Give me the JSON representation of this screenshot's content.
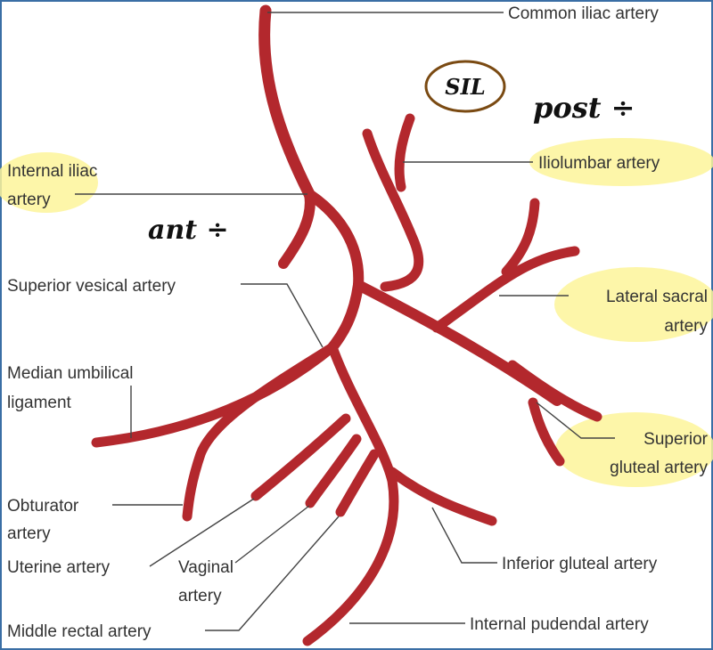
{
  "colors": {
    "artery": "#b3282d",
    "highlight": "#fdf59a",
    "label_text": "#333333",
    "leader": "#444444",
    "handwriting": "#111111",
    "circle_ink": "#7a4a12",
    "frame": "#3a6ea5"
  },
  "annotations": {
    "sil": "SIL",
    "post": "post ÷",
    "ant": "ant ÷"
  },
  "labels": {
    "common_iliac": "Common iliac artery",
    "internal_iliac_l1": "Internal iliac",
    "internal_iliac_l2": "artery",
    "iliolumbar": "Iliolumbar artery",
    "superior_vesical": "Superior vesical artery",
    "lateral_sacral_l1": "Lateral sacral",
    "lateral_sacral_l2": "artery",
    "median_umbilical_l1": "Median umbilical",
    "median_umbilical_l2": "ligament",
    "superior_gluteal_l1": "Superior",
    "superior_gluteal_l2": "gluteal artery",
    "obturator_l1": "Obturator",
    "obturator_l2": "artery",
    "uterine": "Uterine artery",
    "vaginal_l1": "Vaginal",
    "vaginal_l2": "artery",
    "inferior_gluteal": "Inferior gluteal artery",
    "middle_rectal": "Middle rectal artery",
    "internal_pudendal": "Internal pudendal artery"
  }
}
